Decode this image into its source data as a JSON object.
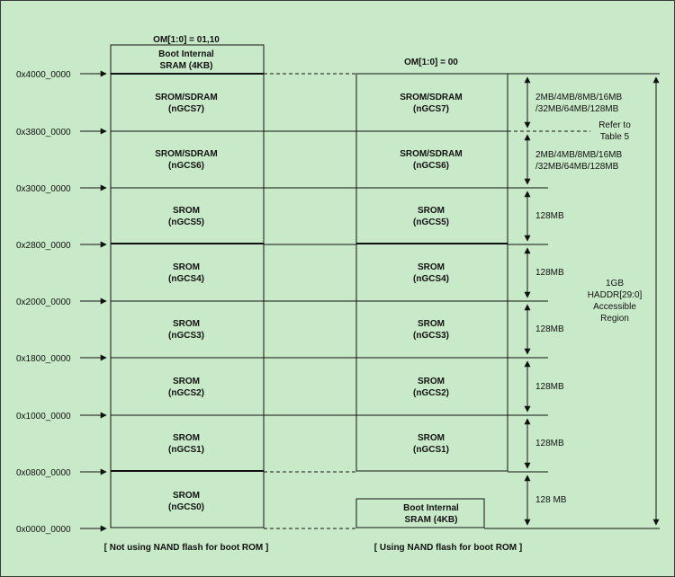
{
  "colors": {
    "background": "#c9eac9",
    "line": "#111111",
    "box_fill": "#c9eac9"
  },
  "left_column": {
    "mode_label": "OM[1:0] = 01,10",
    "caption": "[ Not using NAND flash for boot ROM ]",
    "top_box": {
      "line1": "Boot Internal",
      "line2": "SRAM (4KB)"
    },
    "blocks": [
      {
        "name": "SROM/SDRAM",
        "cs": "(nGCS7)"
      },
      {
        "name": "SROM/SDRAM",
        "cs": "(nGCS6)"
      },
      {
        "name": "SROM",
        "cs": "(nGCS5)"
      },
      {
        "name": "SROM",
        "cs": "(nGCS4)"
      },
      {
        "name": "SROM",
        "cs": "(nGCS3)"
      },
      {
        "name": "SROM",
        "cs": "(nGCS2)"
      },
      {
        "name": "SROM",
        "cs": "(nGCS1)"
      },
      {
        "name": "SROM",
        "cs": "(nGCS0)"
      }
    ]
  },
  "right_column": {
    "mode_label": "OM[1:0] = 00",
    "caption": "[ Using NAND flash for boot ROM ]",
    "bottom_box": {
      "line1": "Boot Internal",
      "line2": "SRAM (4KB)"
    },
    "blocks": [
      {
        "name": "SROM/SDRAM",
        "cs": "(nGCS7)"
      },
      {
        "name": "SROM/SDRAM",
        "cs": "(nGCS6)"
      },
      {
        "name": "SROM",
        "cs": "(nGCS5)"
      },
      {
        "name": "SROM",
        "cs": "(nGCS4)"
      },
      {
        "name": "SROM",
        "cs": "(nGCS3)"
      },
      {
        "name": "SROM",
        "cs": "(nGCS2)"
      },
      {
        "name": "SROM",
        "cs": "(nGCS1)"
      }
    ]
  },
  "addresses": [
    "0x4000_0000",
    "0x3800_0000",
    "0x3000_0000",
    "0x2800_0000",
    "0x2000_0000",
    "0x1800_0000",
    "0x1000_0000",
    "0x0800_0000",
    "0x0000_0000"
  ],
  "sizes": [
    {
      "line1": "2MB/4MB/8MB/16MB",
      "line2": "/32MB/64MB/128MB"
    },
    {
      "line1": "2MB/4MB/8MB/16MB",
      "line2": "/32MB/64MB/128MB"
    },
    {
      "line1": "128MB"
    },
    {
      "line1": "128MB"
    },
    {
      "line1": "128MB"
    },
    {
      "line1": "128MB"
    },
    {
      "line1": "128MB"
    },
    {
      "line1": "128 MB"
    }
  ],
  "refer_note": {
    "line1": "Refer to",
    "line2": "Table 5"
  },
  "region_note": {
    "line1": "1GB",
    "line2": "HADDR[29:0]",
    "line3": "Accessible",
    "line4": "Region"
  }
}
